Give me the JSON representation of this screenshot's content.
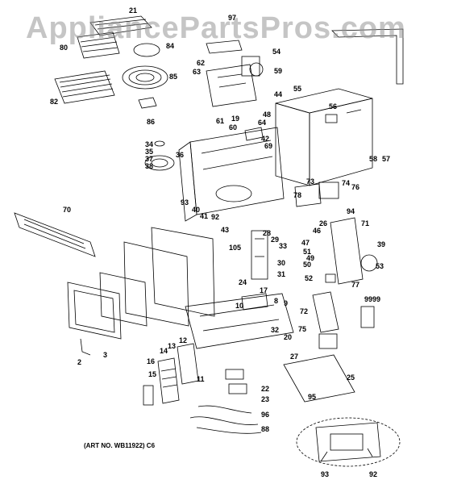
{
  "watermark": "AppliancePartsPros.com",
  "art_number": "(ART NO. WB11922) C6",
  "part_callouts": [
    "21",
    "97",
    "80",
    "84",
    "54",
    "62",
    "63",
    "59",
    "85",
    "82",
    "44",
    "55",
    "56",
    "86",
    "48",
    "19",
    "64",
    "61",
    "60",
    "42",
    "69",
    "34",
    "35",
    "37",
    "36",
    "38",
    "57",
    "58",
    "93",
    "40",
    "41",
    "92",
    "43",
    "73",
    "78",
    "74",
    "76",
    "70",
    "94",
    "26",
    "71",
    "46",
    "28",
    "29",
    "33",
    "47",
    "51",
    "49",
    "50",
    "39",
    "53",
    "105",
    "30",
    "31",
    "52",
    "77",
    "24",
    "17",
    "10",
    "8",
    "9",
    "72",
    "9999",
    "32",
    "20",
    "75",
    "12",
    "14",
    "13",
    "16",
    "11",
    "27",
    "25",
    "15",
    "22",
    "23",
    "95",
    "96",
    "88",
    "2",
    "3"
  ],
  "inset_callouts": [
    "93",
    "92"
  ],
  "colors": {
    "line": "#000000",
    "watermark": "#969696"
  }
}
